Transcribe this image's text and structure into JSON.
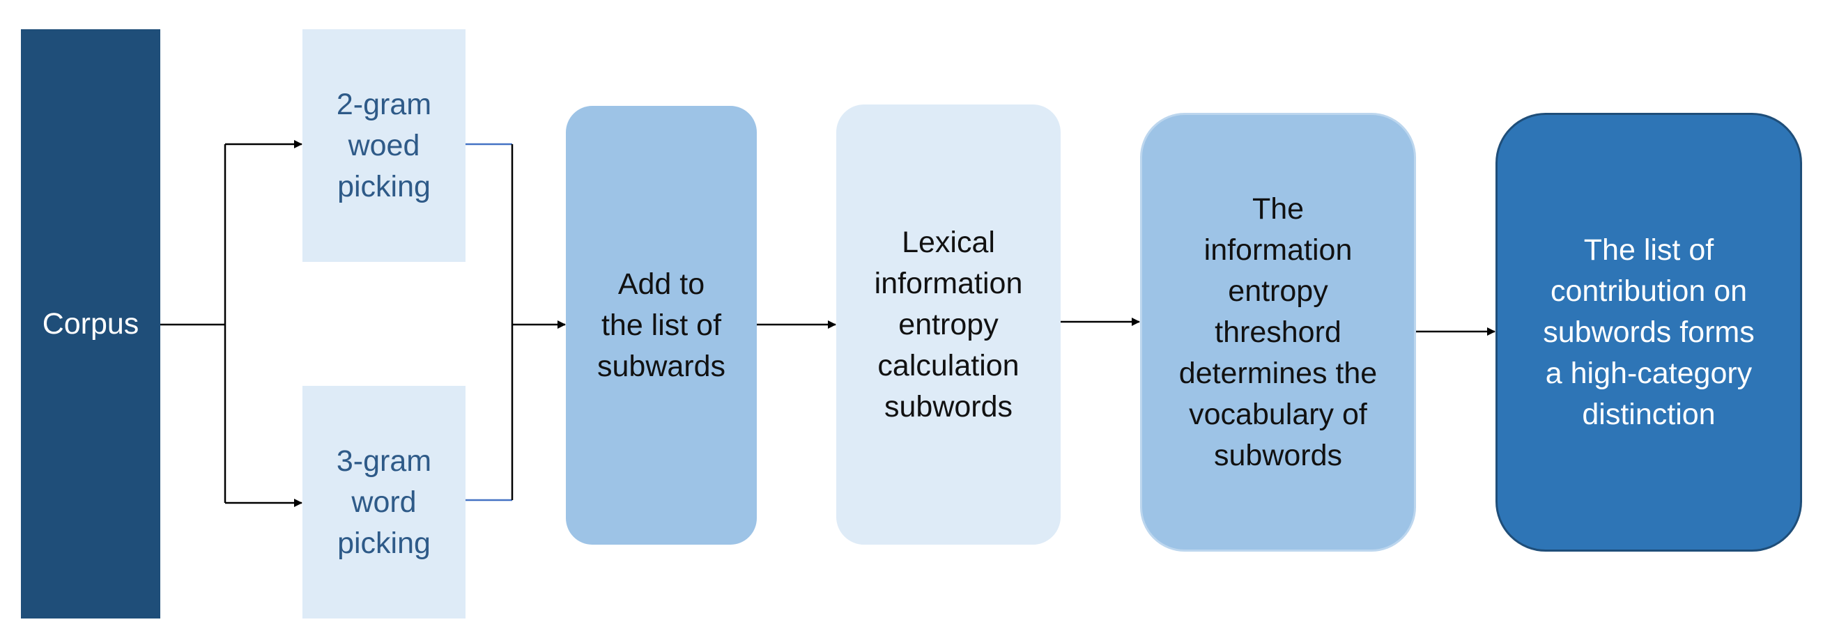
{
  "diagram": {
    "nodes": {
      "corpus": "Corpus",
      "bigram": "2-gram\nwoed\npicking",
      "trigram": "3-gram\nword\npicking",
      "add_to_list": "Add to\nthe list of\nsubwards",
      "lexical_entropy": "Lexical\ninformation\nentropy\ncalculation\nsubwords",
      "threshold": "The\ninformation\nentropy\nthreshord\ndetermines the\nvocabulary of\nsubwords",
      "final_list": "The list of\ncontribution on\nsubwords forms\na high-category\ndistinction"
    },
    "colors": {
      "corpus_fill": "#1f4e79",
      "ngram_fill": "#deebf7",
      "mid_fill": "#9dc3e6",
      "final_fill": "#2e75b6",
      "connector": "#000000",
      "merge_line": "#4472c4"
    }
  }
}
